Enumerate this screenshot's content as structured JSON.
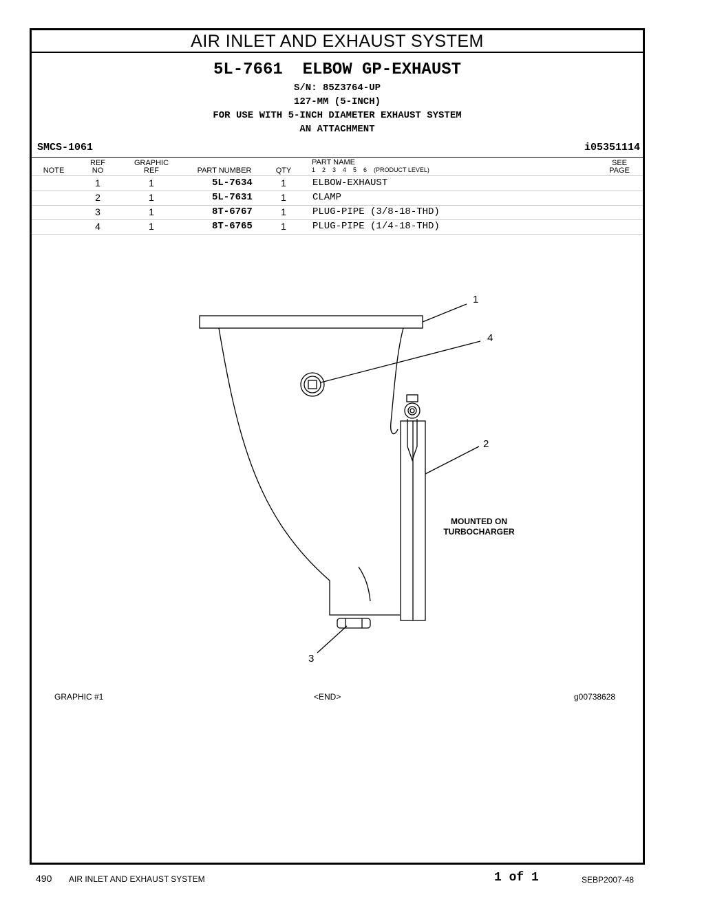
{
  "header": {
    "section_title": "AIR INLET AND EXHAUST SYSTEM",
    "part_group": "5L-7661  ELBOW GP-EXHAUST",
    "serial": "S/N: 85Z3764-UP",
    "size": "127-MM (5-INCH)",
    "usage": "FOR USE WITH 5-INCH DIAMETER EXHAUST SYSTEM",
    "attachment": "AN ATTACHMENT",
    "smcs": "SMCS-1061",
    "image_id": "i05351114"
  },
  "columns": {
    "note": "NOTE",
    "ref_top": "REF",
    "ref_bottom": "NO",
    "graphic_top": "GRAPHIC",
    "graphic_bottom": "REF",
    "part_number": "PART NUMBER",
    "qty": "QTY",
    "part_name_top": "PART NAME",
    "part_name_levels": "1    2    3    4    5    6    (PRODUCT LEVEL)",
    "see_top": "SEE",
    "see_bottom": "PAGE"
  },
  "parts": [
    {
      "ref": "1",
      "graphic": "1",
      "part_number": "5L-7634",
      "qty": "1",
      "name": "ELBOW-EXHAUST"
    },
    {
      "ref": "2",
      "graphic": "1",
      "part_number": "5L-7631",
      "qty": "1",
      "name": "CLAMP"
    },
    {
      "ref": "3",
      "graphic": "1",
      "part_number": "8T-6767",
      "qty": "1",
      "name": "PLUG-PIPE (3/8-18-THD)"
    },
    {
      "ref": "4",
      "graphic": "1",
      "part_number": "8T-6765",
      "qty": "1",
      "name": "PLUG-PIPE (1/4-18-THD)"
    }
  ],
  "illustration": {
    "callouts": [
      "1",
      "4",
      "2",
      "3"
    ],
    "note_line1": "MOUNTED ON",
    "note_line2": "TURBOCHARGER"
  },
  "graphic_footer": {
    "label": "GRAPHIC #1",
    "end": "<END>",
    "graphic_id": "g00738628"
  },
  "page_footer": {
    "page_number": "490",
    "section": "AIR INLET AND EXHAUST SYSTEM",
    "page_of": "1 of 1",
    "doc_id": "SEBP2007-48"
  }
}
